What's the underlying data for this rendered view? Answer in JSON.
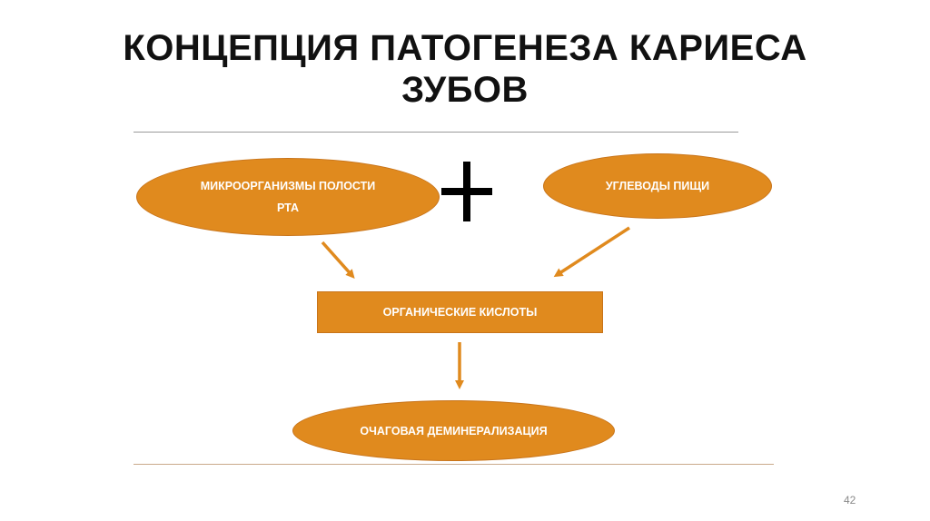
{
  "slide": {
    "title_line1": "КОНЦЕПЦИЯ ПАТОГЕНЕЗА КАРИЕСА",
    "title_line2": "ЗУБОВ",
    "page_number": "42"
  },
  "diagram": {
    "node_microorganisms_line1": "МИКРООРГАНИЗМЫ ПОЛОСТИ",
    "node_microorganisms_line2": "РТА",
    "node_carbs": "УГЛЕВОДЫ ПИЩИ",
    "node_acids": "ОРГАНИЧЕСКИЕ КИСЛОТЫ",
    "node_demineralization": "ОЧАГОВАЯ ДЕМИНЕРАЛИЗАЦИЯ",
    "operator_icon": "plus-icon"
  },
  "colors": {
    "node_fill": "#e08a1e",
    "node_border": "#c8741a",
    "node_text": "#ffffff",
    "arrow": "#e08a1e",
    "title": "#111111"
  }
}
